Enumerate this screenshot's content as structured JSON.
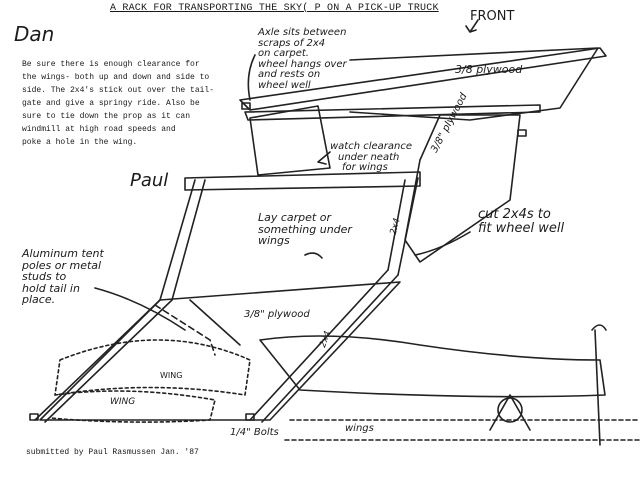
{
  "title": "A RACK FOR TRANSPORTING THE SKY(  P ON A PICK-UP TRUCK",
  "greeting": "Dan",
  "letter_lines": [
    "Be sure there is enough clearance for",
    "the wings- both up and down and side to",
    "side. The 2x4's stick out over the tail-",
    "gate and give a springy ride. Also be",
    "sure to tie down the prop as it can",
    "windmill at high road speeds and",
    "poke a hole in the wing."
  ],
  "signature": "Paul",
  "labels": {
    "front": "FRONT",
    "axle_lines": [
      "Axle sits between",
      "scraps of 2x4",
      "on carpet.",
      "wheel hangs over",
      "and rests on",
      "wheel well"
    ],
    "plywood_top": "3/8 plywood",
    "plywood_right": "3/8\" plywood",
    "watch_lines": [
      "watch clearance",
      "under neath",
      "for wings"
    ],
    "carpet_lines": [
      "Lay carpet or",
      "something under",
      "wings"
    ],
    "cut_lines": [
      "cut 2x4s to",
      "fit wheel well"
    ],
    "aluminum_lines": [
      "Aluminum tent",
      "poles or metal",
      "studs to",
      "hold tail in",
      "place."
    ],
    "plywood_bottom": "3/8\" plywood",
    "two_by_four_right": "2x4",
    "two_by_four_center": "2x4",
    "wing_a": "WING",
    "wing_b": "WING",
    "wings_c": "wings",
    "bolts": "1/4\" Bolts"
  },
  "credit": "submitted by Paul Rasmussen  Jan. '87"
}
